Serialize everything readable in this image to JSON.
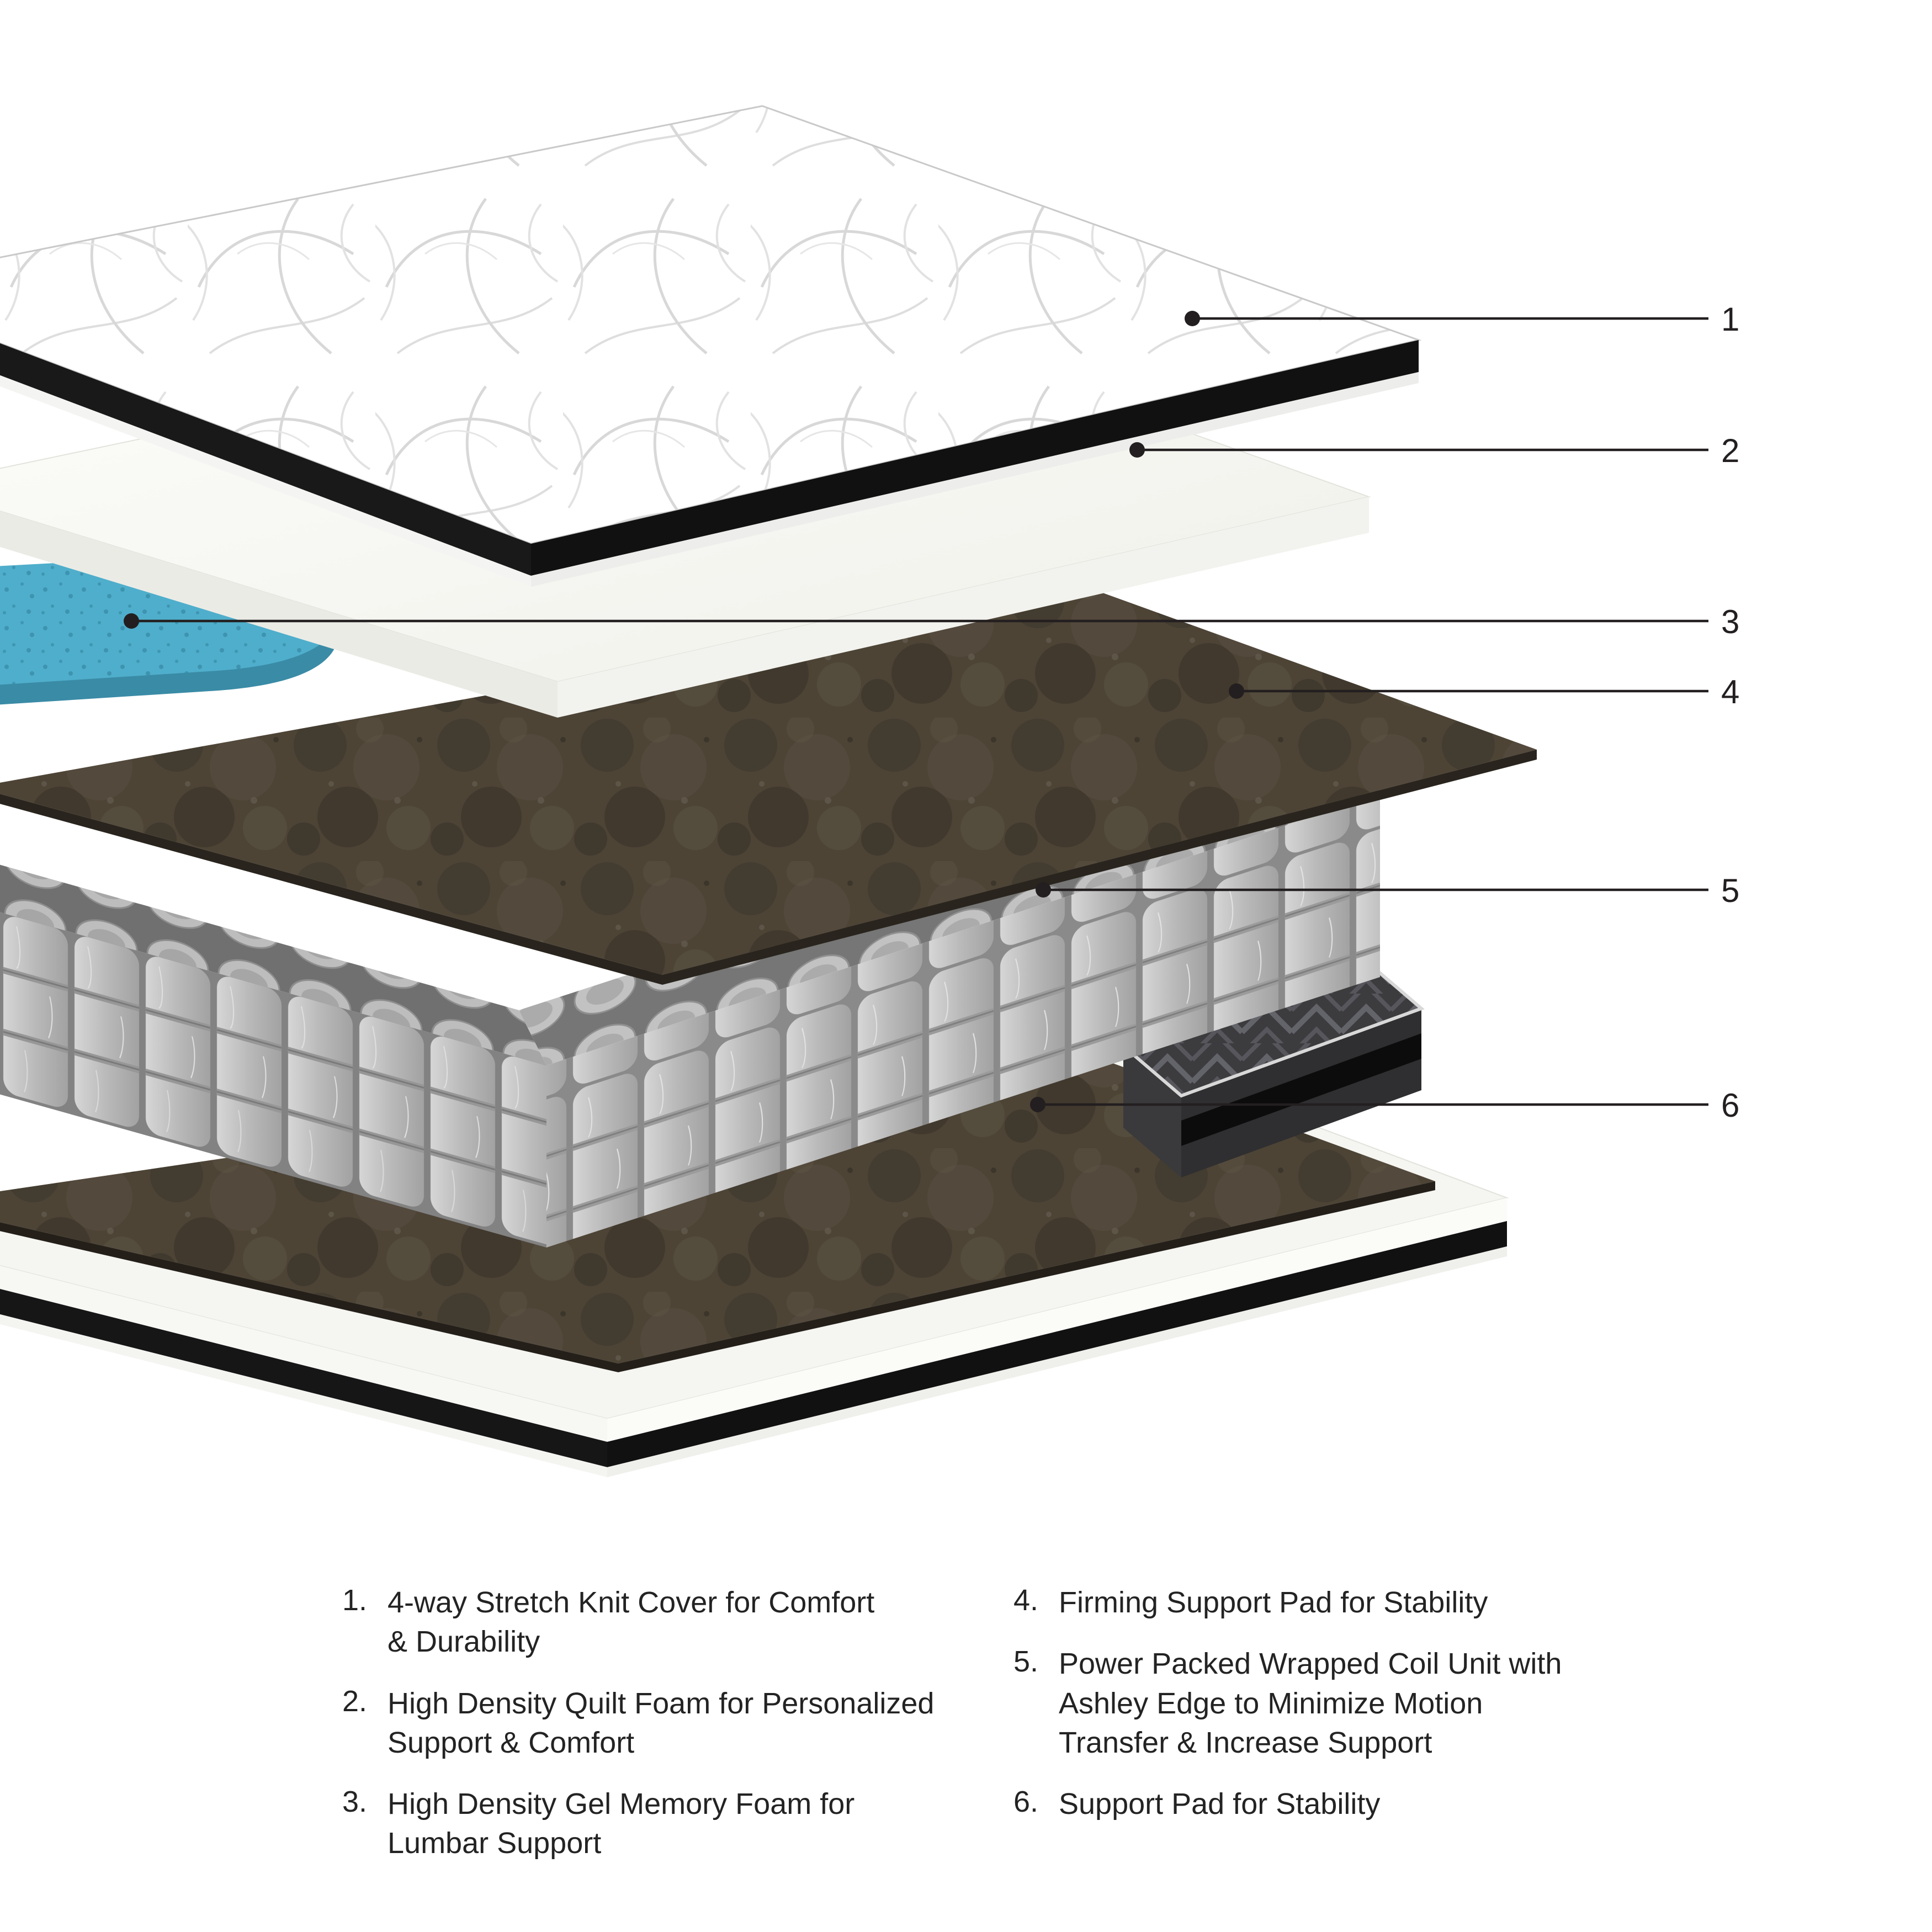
{
  "page": {
    "background": "#ffffff"
  },
  "colors": {
    "callout_line": "#231f20",
    "gel_foam_blue": "#4FAECB",
    "support_pad_brown": "#4d4436",
    "coil_gray": "#b7b7b7",
    "cover_white": "#ffffff",
    "edge_tape_black": "#141414"
  },
  "callouts": [
    {
      "number": "1"
    },
    {
      "number": "2"
    },
    {
      "number": "3"
    },
    {
      "number": "4"
    },
    {
      "number": "5"
    },
    {
      "number": "6"
    }
  ],
  "legend": {
    "items": [
      {
        "num": "1.",
        "text": "4-way Stretch Knit Cover for Comfort\n& Durability"
      },
      {
        "num": "2.",
        "text": "High Density Quilt Foam for Personalized\nSupport & Comfort"
      },
      {
        "num": "3.",
        "text": "High Density Gel Memory Foam for\nLumbar Support"
      },
      {
        "num": "4.",
        "text": "Firming Support Pad for Stability"
      },
      {
        "num": "5.",
        "text": "Power Packed Wrapped Coil Unit with\nAshley Edge to Minimize Motion\nTransfer & Increase Support"
      },
      {
        "num": "6.",
        "text": "Support Pad for Stability"
      }
    ]
  }
}
